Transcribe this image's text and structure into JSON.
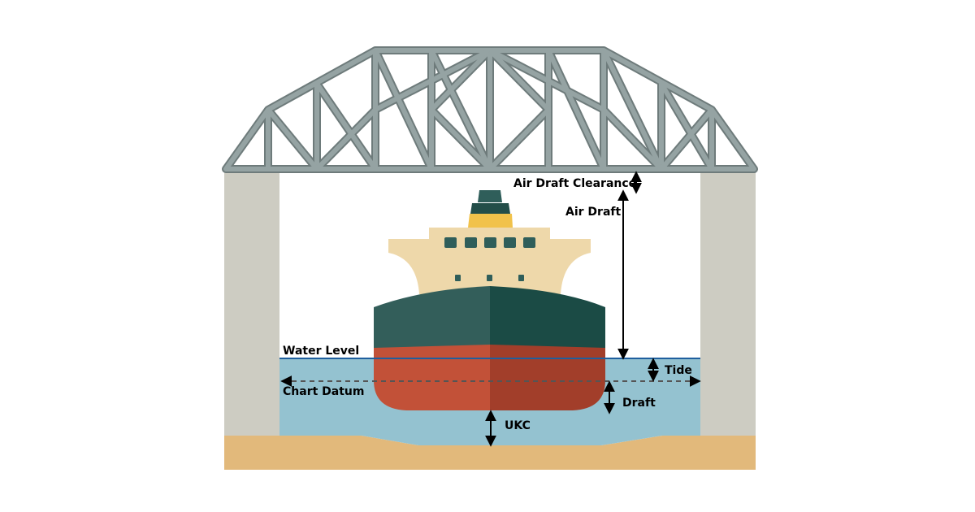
{
  "labels": {
    "air_draft_clearance": "Air Draft Clearance",
    "air_draft": "Air Draft",
    "water_level": "Water Level",
    "tide": "Tide",
    "chart_datum": "Chart Datum",
    "draft": "Draft",
    "ukc": "UKC"
  },
  "colors": {
    "truss": "#95a3a3",
    "truss_outline": "#6e7b7b",
    "pier": "#cdccc2",
    "water": "#94c2d0",
    "water_line": "#1f5f9e",
    "seabed": "#e2b97b",
    "hull_red_light": "#c25138",
    "hull_red_dark": "#a23e2a",
    "hull_green_light": "#335e5a",
    "hull_green_dark": "#1b4b45",
    "superstructure": "#eed8aa",
    "funnel_yellow": "#f1c24a",
    "funnel_green": "#234e49",
    "window": "#2f5e5a",
    "arrow": "#000000",
    "datum_line": "#555555"
  },
  "icons": [
    "double-arrow-icon"
  ]
}
